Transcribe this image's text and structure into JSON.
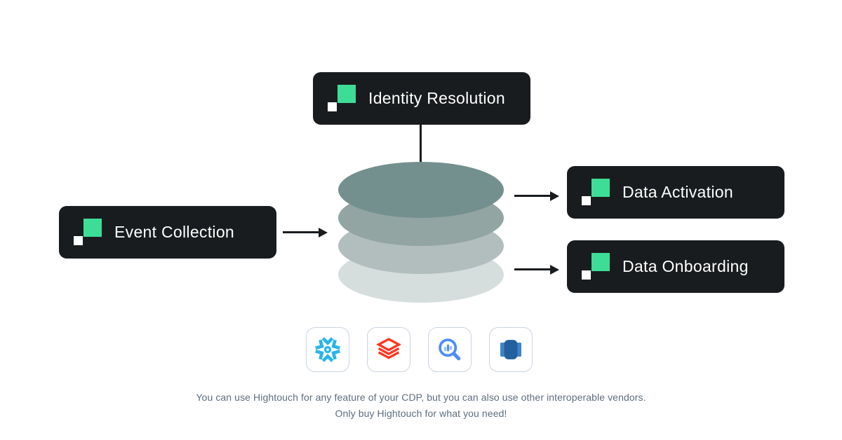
{
  "diagram_title": "Hightouch composable CDP diagram",
  "nodes": {
    "identity_resolution": {
      "label": "Identity Resolution"
    },
    "event_collection": {
      "label": "Event Collection"
    },
    "data_activation": {
      "label": "Data Activation"
    },
    "data_onboarding": {
      "label": "Data Onboarding"
    }
  },
  "edges": [
    {
      "from": "identity_resolution",
      "to": "warehouse",
      "type": "line"
    },
    {
      "from": "event_collection",
      "to": "warehouse",
      "type": "arrow"
    },
    {
      "from": "warehouse",
      "to": "data_activation",
      "type": "arrow"
    },
    {
      "from": "warehouse",
      "to": "data_onboarding",
      "type": "arrow"
    }
  ],
  "warehouse": {
    "layer_colors": [
      "#74908E",
      "#92A5A3",
      "#B1BEBD",
      "#D6DEDD"
    ]
  },
  "vendors": [
    {
      "icon": "snowflake-icon",
      "brand_color": "#29B5E8"
    },
    {
      "icon": "databricks-icon",
      "brand_color": "#FF3621"
    },
    {
      "icon": "bigquery-icon",
      "brand_color": "#4E8DF6"
    },
    {
      "icon": "redshift-icon",
      "brand_color": "#23619E"
    }
  ],
  "caption": {
    "line1": "You can use Hightouch for any feature of your CDP, but you can also use other interoperable vendors.",
    "line2": "Only buy Hightouch for what you need!"
  },
  "colors": {
    "badge_background": "#191C1E",
    "badge_text": "#FFFFFF",
    "accent_green": "#3EDD97",
    "connector": "#191C1E",
    "tile_border": "#C9D4E1",
    "caption_text": "#5D6E7F"
  }
}
